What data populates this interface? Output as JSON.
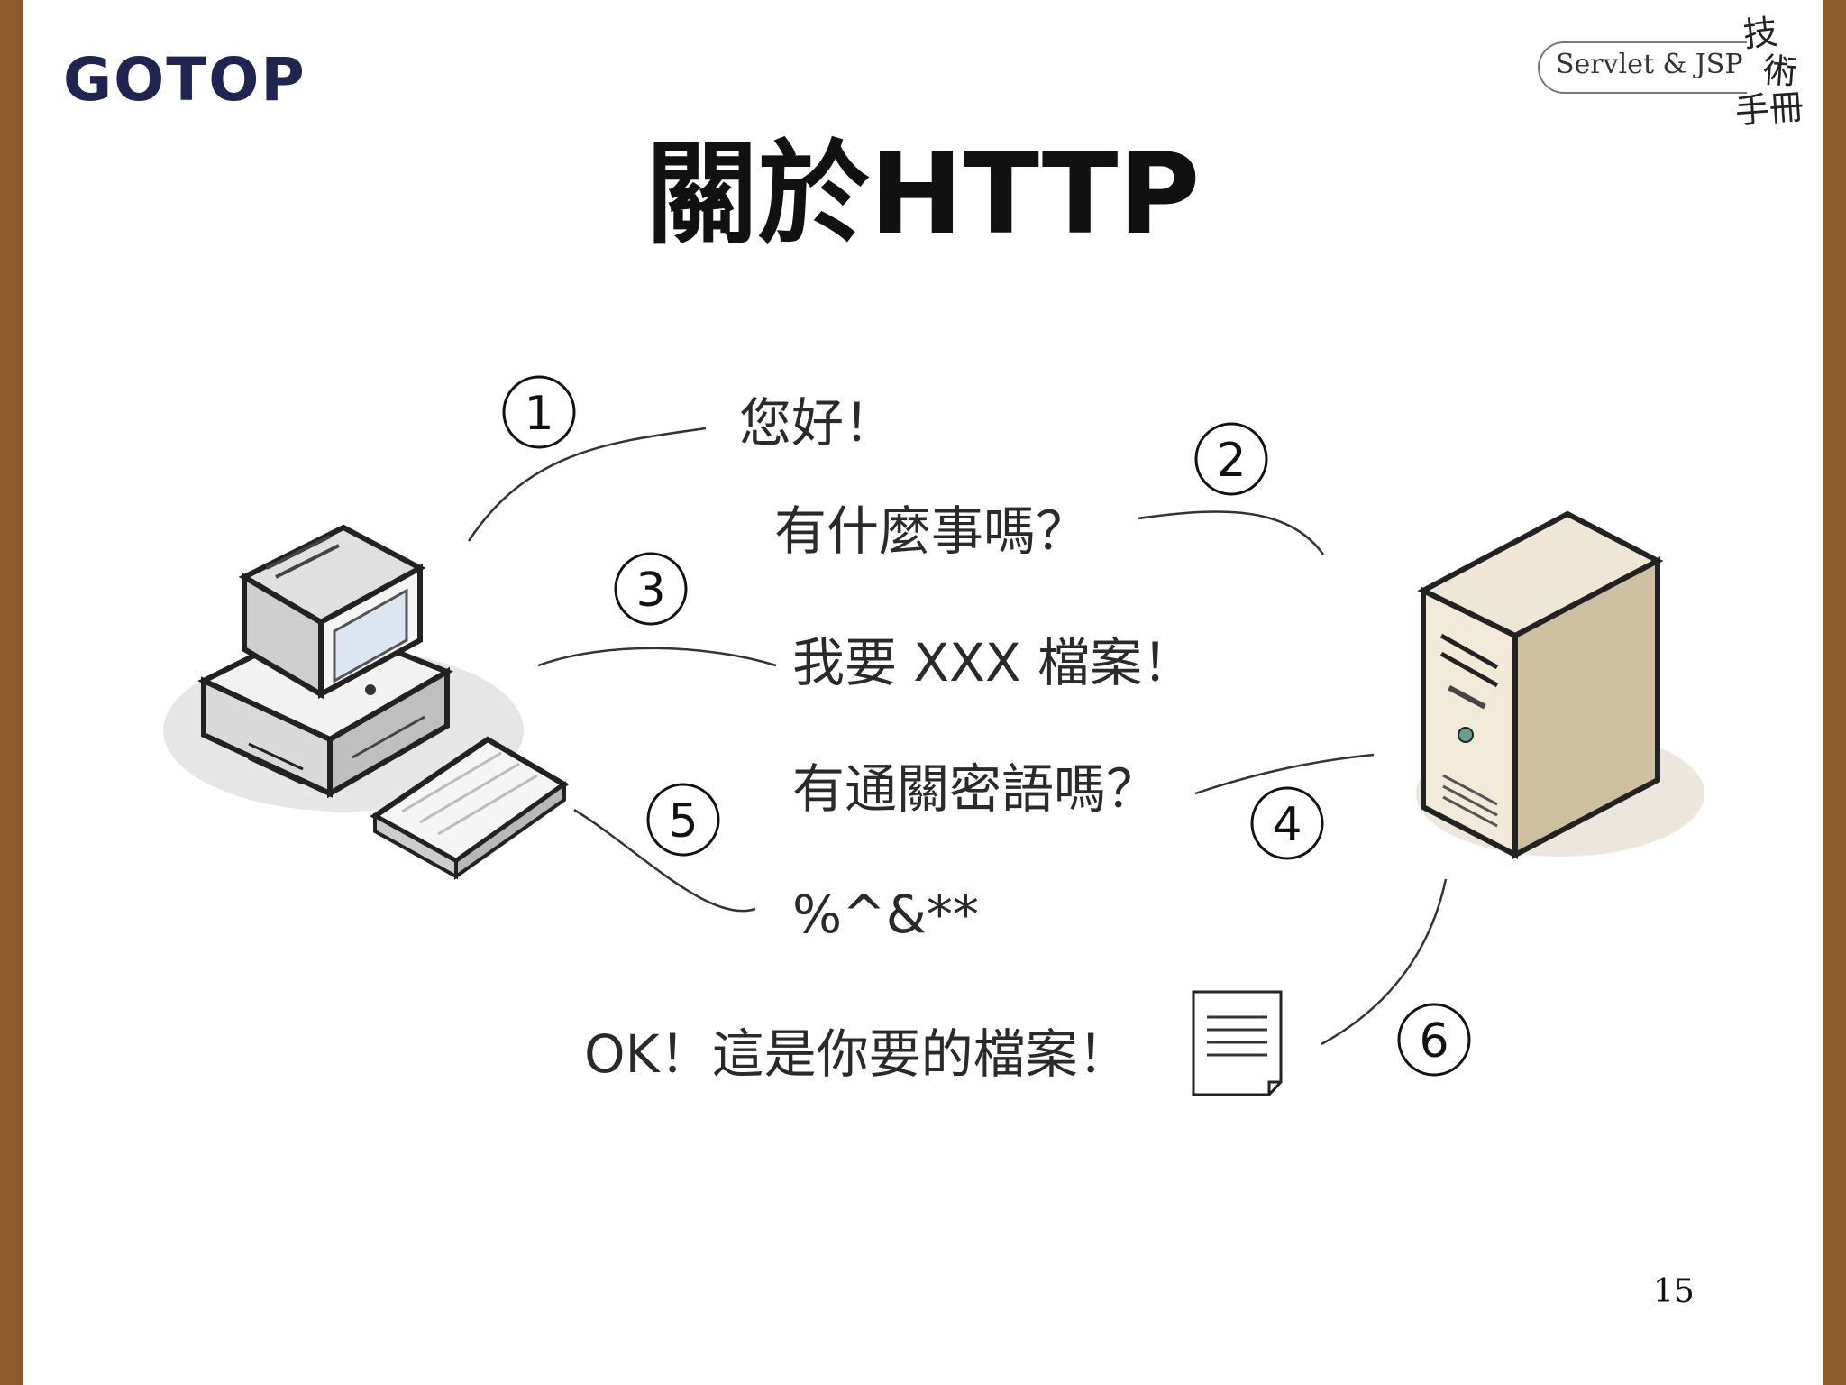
{
  "header": {
    "logo": "GOTOP",
    "book_title": "Servlet & JSP",
    "book_calligraphy": [
      "技",
      "術",
      "手冊"
    ]
  },
  "slide": {
    "title": "關於HTTP",
    "page_number": "15"
  },
  "diagram": {
    "steps": [
      {
        "number": "1",
        "message": "您好！"
      },
      {
        "number": "2",
        "message": "有什麼事嗎？"
      },
      {
        "number": "3",
        "message": "我要 XXX 檔案！"
      },
      {
        "number": "4",
        "message": "有通關密語嗎？"
      },
      {
        "number": "5",
        "message": "%^&**"
      },
      {
        "number": "6",
        "message": "OK！這是你要的檔案！"
      }
    ],
    "icons": [
      "client-computer-icon",
      "server-tower-icon",
      "document-icon"
    ]
  },
  "colors": {
    "frame": "#8b5a2b",
    "logo": "#1f2452",
    "server_body": "#e8dcc2",
    "monitor_screen": "#dbe6f2"
  }
}
